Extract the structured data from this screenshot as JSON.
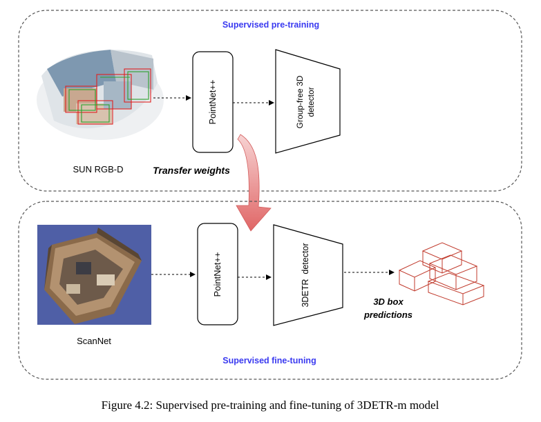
{
  "top_panel": {
    "title": "Supervised pre-training",
    "dataset_label": "SUN RGB-D",
    "encoder_label": "PointNet++",
    "detector_label_line1": "Group-free 3D",
    "detector_label_line2": "detector"
  },
  "transfer": {
    "label": "Transfer weights"
  },
  "bottom_panel": {
    "title": "Supervised fine-tuning",
    "dataset_label": "ScanNet",
    "encoder_label": "PointNet++",
    "detector_label": "3DETR  detector",
    "output_label_line1": "3D box",
    "output_label_line2": "predictions"
  },
  "caption": "Figure 4.2: Supervised pre-training and fine-tuning of 3DETR-m model",
  "colors": {
    "title_blue": "#3a3af0",
    "arrow_red": "#e06666",
    "box_stroke": "#000000",
    "prediction_red": "#c0392b",
    "scan_background": "#4f5fa6"
  }
}
